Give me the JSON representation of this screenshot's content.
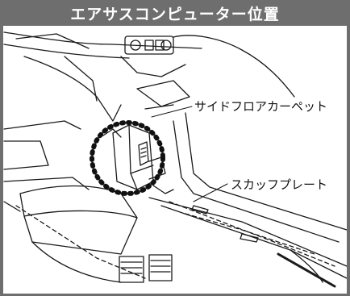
{
  "header": {
    "title": "エアサスコンピューター位置"
  },
  "callouts": {
    "side_floor_carpet": "サイドフロアカーペット",
    "scuff_plate": "スカッフプレート"
  },
  "colors": {
    "header_bg": "#6e6e6e",
    "header_text": "#ffffff",
    "line": "#1a1a1a"
  }
}
